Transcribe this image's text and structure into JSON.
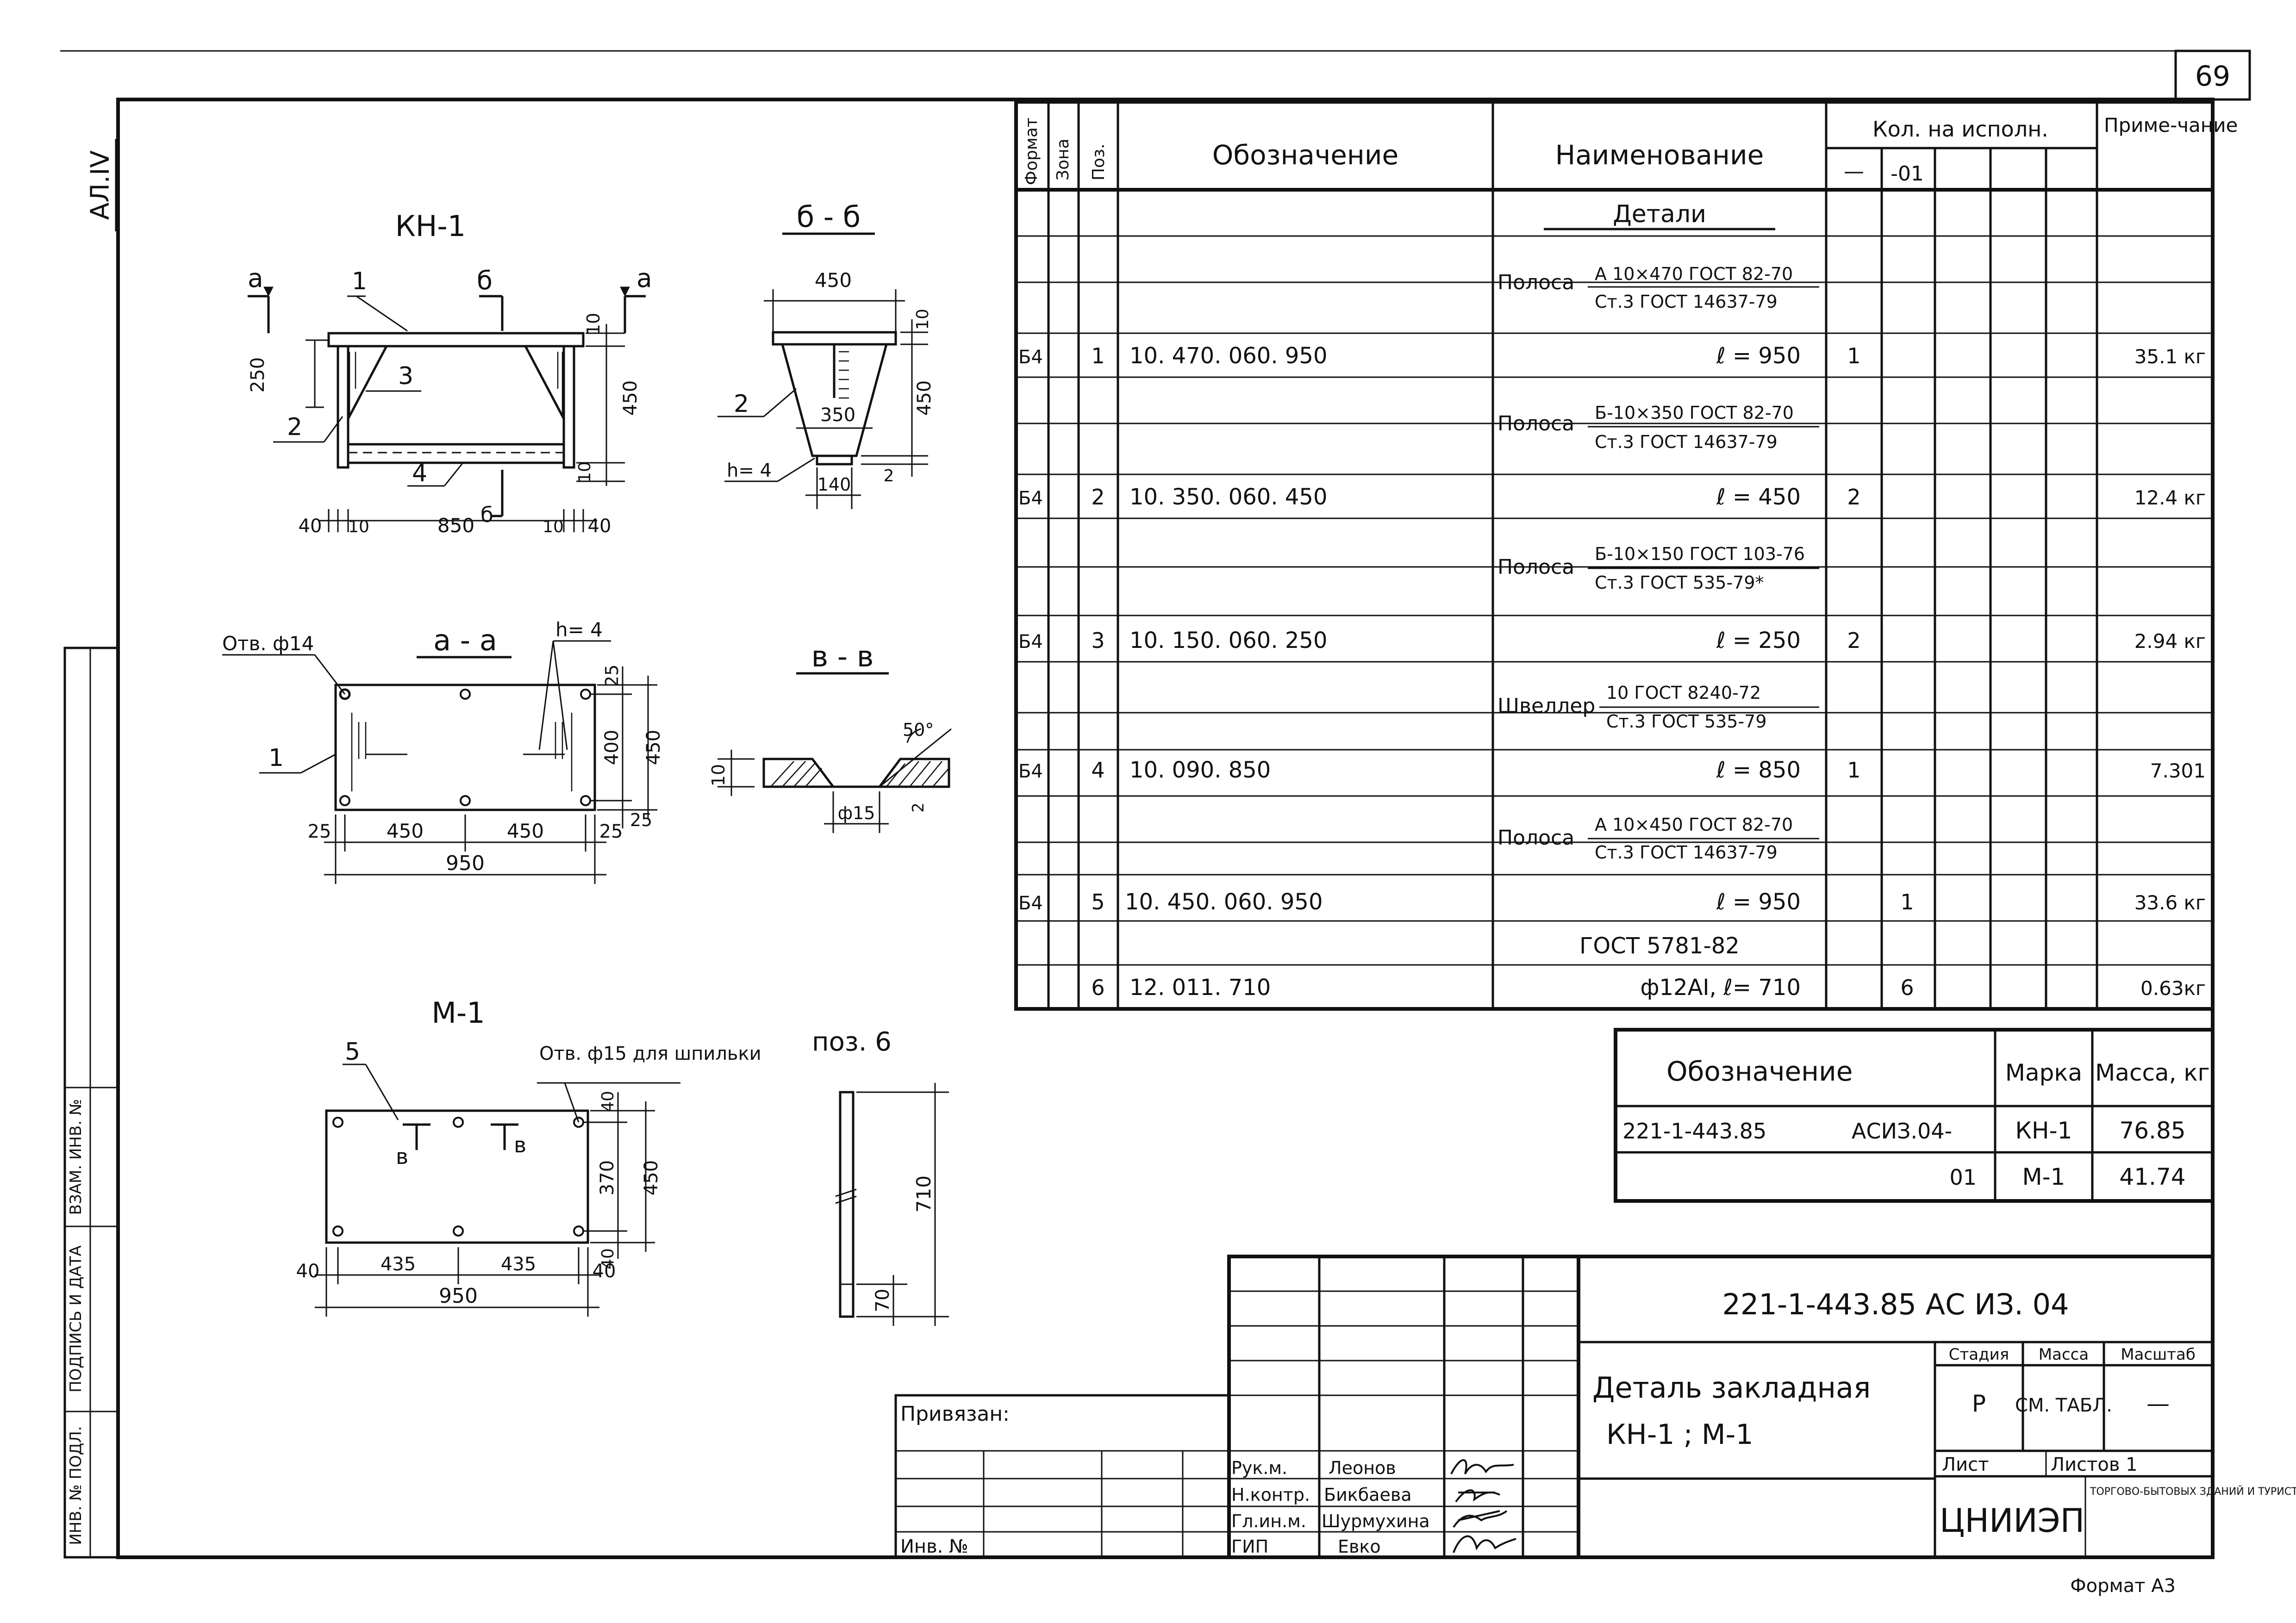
{
  "sheet_number": "69",
  "album_label": "АЛ.IV",
  "format_note": "Формат А3",
  "left_margin_labels": {
    "inv_podl": "ИНВ. № ПОДЛ.",
    "podpis_data": "ПОДПИСЬ И ДАТА",
    "vzam_inv": "ВЗАМ. ИНВ. №"
  },
  "views": {
    "kn1": {
      "title": "КН-1",
      "cut_a": "а",
      "cut_b": "б",
      "pos1": "1",
      "pos2": "2",
      "pos3": "3",
      "pos4": "4",
      "dim_250": "250",
      "dim_450": "450",
      "dim_10a": "10",
      "dim_10b": "10",
      "dim_40a": "40",
      "dim_10c": "10",
      "dim_850": "850",
      "dim_10d": "10",
      "dim_40b": "40"
    },
    "section_bb": {
      "title": "б - б",
      "pos2": "2",
      "dim_450_top": "450",
      "dim_350": "350",
      "dim_140": "140",
      "dim_h4": "h= 4",
      "dim_10": "10",
      "dim_450_side": "450",
      "dim_2": "2"
    },
    "section_aa": {
      "title": "а - а",
      "hole_label": "Отв. ф14",
      "h_label": "h= 4",
      "pos1": "1",
      "dim_25a": "25",
      "dim_450a": "450",
      "dim_450b": "450",
      "dim_25b": "25",
      "dim_950": "950",
      "dim_25c": "25",
      "dim_400": "400",
      "dim_450c": "450",
      "dim_25d": "25"
    },
    "section_vv": {
      "title": "в - в",
      "angle": "50°",
      "dim_10": "10",
      "dim_15": "ф15",
      "dim_2": "2"
    },
    "m1": {
      "title": "М-1",
      "pos5": "5",
      "hole_label": "Отв. ф15 для шпильки",
      "cut_v": "в",
      "dim_40a": "40",
      "dim_435a": "435",
      "dim_435b": "435",
      "dim_40b": "40",
      "dim_950": "950",
      "dim_40c": "40",
      "dim_370": "370",
      "dim_450": "450",
      "dim_40d": "40"
    },
    "pos6": {
      "title": "поз. 6",
      "dim_710": "710",
      "dim_70": "70"
    }
  },
  "spec_table": {
    "headers": {
      "format": "Формат",
      "zone": "Зона",
      "pos": "Поз.",
      "designation": "Обозначение",
      "name": "Наименование",
      "qty": "Кол. на исполн.",
      "qty_sub1": "—",
      "qty_sub2": "-01",
      "note": "Приме-чание"
    },
    "section_title": "Детали",
    "rows": [
      {
        "kind": "material",
        "material": "Полоса",
        "num": "А 10×470 ГОСТ 82-70",
        "den": "Ст.3 ГОСТ 14637-79"
      },
      {
        "kind": "item",
        "format": "Б4",
        "pos": "1",
        "designation": "10. 470. 060. 950",
        "name": "ℓ = 950",
        "q1": "1",
        "q2": "",
        "note": "35.1 кг"
      },
      {
        "kind": "material",
        "material": "Полоса",
        "num": "Б-10×350 ГОСТ 82-70",
        "den": "Ст.3 ГОСТ 14637-79"
      },
      {
        "kind": "item",
        "format": "Б4",
        "pos": "2",
        "designation": "10. 350. 060. 450",
        "name": "ℓ = 450",
        "q1": "2",
        "q2": "",
        "note": "12.4 кг"
      },
      {
        "kind": "material",
        "material": "Полоса",
        "num": "Б-10×150 ГОСТ 103-76",
        "den": "Ст.3 ГОСТ 535-79*"
      },
      {
        "kind": "item",
        "format": "Б4",
        "pos": "3",
        "designation": "10. 150. 060. 250",
        "name": "ℓ = 250",
        "q1": "2",
        "q2": "",
        "note": "2.94 кг"
      },
      {
        "kind": "material",
        "material": "Швеллер",
        "num": "10 ГОСТ 8240-72",
        "den": "Ст.3 ГОСТ 535-79"
      },
      {
        "kind": "item",
        "format": "Б4",
        "pos": "4",
        "designation": "10. 090. 850",
        "name": "ℓ = 850",
        "q1": "1",
        "q2": "",
        "note": "7.301"
      },
      {
        "kind": "material",
        "material": "Полоса",
        "num": "А 10×450 ГОСТ 82-70",
        "den": "Ст.3 ГОСТ 14637-79"
      },
      {
        "kind": "item",
        "format": "Б4",
        "pos": "5",
        "designation": "10. 450. 060. 950",
        "name": "ℓ = 950",
        "q1": "",
        "q2": "1",
        "note": "33.6 кг"
      },
      {
        "kind": "text",
        "name": "ГОСТ 5781-82"
      },
      {
        "kind": "item",
        "format": "",
        "pos": "6",
        "designation": "12. 011. 710",
        "name": "ф12АI, ℓ= 710",
        "q1": "",
        "q2": "6",
        "note": "0.63кг"
      }
    ]
  },
  "mass_table": {
    "headers": {
      "designation": "Обозначение",
      "mark": "Марка",
      "mass": "Масса, кг"
    },
    "rows": [
      {
        "doc": "221-1-443.85",
        "sheet": "АСИЗ.04-",
        "mark": "КН-1",
        "mass": "76.85"
      },
      {
        "doc": "",
        "sheet": "01",
        "mark": "М-1",
        "mass": "41.74"
      }
    ]
  },
  "title_block": {
    "code": "221-1-443.85   АС  ИЗ. 04",
    "title_line1": "Деталь закладная",
    "title_line2": "КН-1 ;  М-1",
    "stage_label": "Стадия",
    "mass_label": "Масса",
    "scale_label": "Масштаб",
    "stage_value": "Р",
    "mass_value": "СМ. ТАБЛ.",
    "scale_value": "—",
    "sheet_label": "Лист",
    "sheets_label": "Листов 1",
    "org": "ЦНИИЭП",
    "org_sub": "ТОРГОВО-БЫТОВЫХ ЗДАНИЙ И ТУРИСТСКИХ КОМПЛЕКСОВ",
    "privyazan": "Привязан:",
    "inv": "Инв. №",
    "signatures": [
      {
        "role": "Рук.м.",
        "name": "Леонов"
      },
      {
        "role": "Н.контр.",
        "name": "Бикбаева"
      },
      {
        "role": "Гл.ин.м.",
        "name": "Шурмухина"
      },
      {
        "role": "ГИП",
        "name": "Евко"
      }
    ]
  }
}
